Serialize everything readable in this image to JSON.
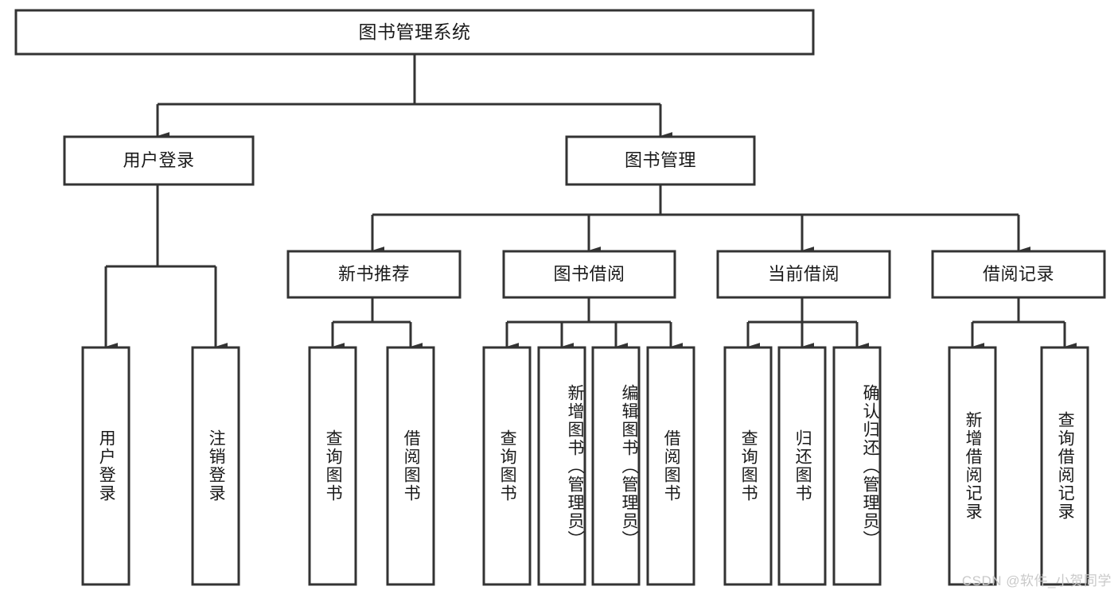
{
  "diagram": {
    "type": "tree-hierarchy",
    "title": "图书管理系统",
    "orientation": "top-down",
    "colors": {
      "box_stroke": "#333333",
      "box_fill": "#ffffff",
      "connector": "#333333",
      "text": "#1a1a1a",
      "watermark": "#c9c9c9",
      "background": "#ffffff"
    },
    "levels": [
      {
        "level": 0,
        "nodes": [
          {
            "id": "root",
            "label": "图书管理系统",
            "orientation": "horizontal"
          }
        ]
      },
      {
        "level": 1,
        "nodes": [
          {
            "id": "user-login",
            "label": "用户登录",
            "orientation": "horizontal",
            "parent": "root"
          },
          {
            "id": "book-management",
            "label": "图书管理",
            "orientation": "horizontal",
            "parent": "root"
          }
        ]
      },
      {
        "level": 2,
        "nodes": [
          {
            "id": "new-book-recommend",
            "label": "新书推荐",
            "orientation": "horizontal",
            "parent": "book-management"
          },
          {
            "id": "book-borrow",
            "label": "图书借阅",
            "orientation": "horizontal",
            "parent": "book-management"
          },
          {
            "id": "current-borrow",
            "label": "当前借阅",
            "orientation": "horizontal",
            "parent": "book-management"
          },
          {
            "id": "borrow-record",
            "label": "借阅记录",
            "orientation": "horizontal",
            "parent": "book-management"
          }
        ]
      },
      {
        "level": 3,
        "nodes": [
          {
            "id": "leaf-user-login",
            "label": "用户登录",
            "orientation": "vertical",
            "parent": "user-login"
          },
          {
            "id": "leaf-logout",
            "label": "注销登录",
            "orientation": "vertical",
            "parent": "user-login"
          },
          {
            "id": "leaf-query-book-1",
            "label": "查询图书",
            "orientation": "vertical",
            "parent": "new-book-recommend"
          },
          {
            "id": "leaf-borrow-book-1",
            "label": "借阅图书",
            "orientation": "vertical",
            "parent": "new-book-recommend"
          },
          {
            "id": "leaf-query-book-2",
            "label": "查询图书",
            "orientation": "vertical",
            "parent": "book-borrow"
          },
          {
            "id": "leaf-add-book",
            "label": "新增图书（管理员）",
            "orientation": "vertical",
            "parent": "book-borrow"
          },
          {
            "id": "leaf-edit-book",
            "label": "编辑图书（管理员）",
            "orientation": "vertical",
            "parent": "book-borrow"
          },
          {
            "id": "leaf-borrow-book-2",
            "label": "借阅图书",
            "orientation": "vertical",
            "parent": "book-borrow"
          },
          {
            "id": "leaf-query-book-3",
            "label": "查询图书",
            "orientation": "vertical",
            "parent": "current-borrow"
          },
          {
            "id": "leaf-return-book",
            "label": "归还图书",
            "orientation": "vertical",
            "parent": "current-borrow"
          },
          {
            "id": "leaf-confirm-return",
            "label": "确认归还（管理员）",
            "orientation": "vertical",
            "parent": "current-borrow"
          },
          {
            "id": "leaf-add-record",
            "label": "新增借阅记录",
            "orientation": "vertical",
            "parent": "borrow-record"
          },
          {
            "id": "leaf-query-record",
            "label": "查询借阅记录",
            "orientation": "vertical",
            "parent": "borrow-record"
          }
        ]
      }
    ]
  },
  "watermark": {
    "text": "CSDN @软件_小贺同学"
  }
}
